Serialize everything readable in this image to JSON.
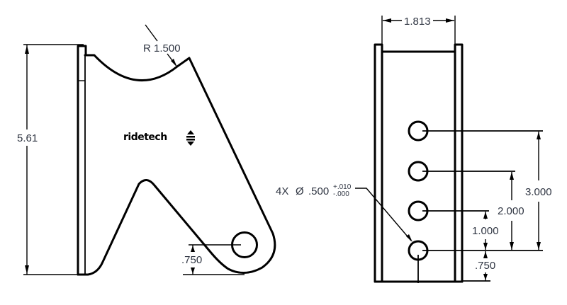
{
  "drawing": {
    "type": "engineering-drawing",
    "description": "Bracket side view and front view with dimensions",
    "colors": {
      "line": "#000000",
      "text": "#2f3542",
      "background": "#ffffff"
    },
    "side_view": {
      "height_dim": "5.61",
      "radius_dim": "R 1.500",
      "hole_height_dim": ".750",
      "logo_text": "ridetech",
      "logo_icon": "ridetech-logo-icon"
    },
    "front_view": {
      "width_dim": "1.813",
      "hole_callout": {
        "count": "4X",
        "symbol": "Ø",
        "diameter": ".500",
        "tol_plus": "+.010",
        "tol_minus": "-.000"
      },
      "hole_spacing_dims": [
        "3.000",
        "2.000",
        "1.000"
      ],
      "bottom_hole_dim": ".750"
    }
  }
}
